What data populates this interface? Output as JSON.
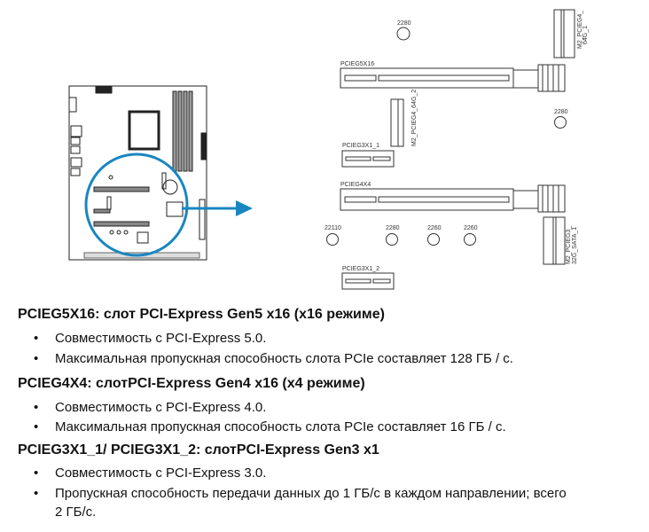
{
  "diagram": {
    "labels": {
      "pcieg5x16": "PCIEG5X16",
      "pcieg4x4": "PCIEG4X4",
      "pcieg3x1_1": "PCIEG3X1_1",
      "pcieg3x1_2": "PCIEG3X1_2",
      "m2_1a": "M2_PCIEG4_",
      "m2_1b": "64G_1",
      "m2_2": "M2_PCIEG4_64G_2",
      "m2_3a": "M2_PCIEG3_",
      "m2_3b": "32G_SATA_1",
      "standoff_top": "2280",
      "standoff_right": "2280",
      "standoff_1": "22110",
      "standoff_2": "2280",
      "standoff_3": "2260",
      "standoff_4": "2260"
    },
    "accent_color": "#1a86c0"
  },
  "sections": [
    {
      "heading": "PCIEG5X16: слот PCI-Express Gen5 x16 (x16 режиме)",
      "bullets": [
        "Совместимость с PCI-Express 5.0.",
        "Максимальная пропускная способность слота PCIe составляет 128 ГБ / с."
      ]
    },
    {
      "heading": "PCIEG4X4: слотPCI-Express Gen4 x16 (x4 режиме)",
      "bullets": [
        "Совместимость с PCI-Express 4.0.",
        "Максимальная пропускная способность слота PCIe составляет 16 ГБ / с."
      ]
    },
    {
      "heading": "PCIEG3X1_1/ PCIEG3X1_2: слотPCI-Express Gen3 x1",
      "bullets": [
        "Совместимость с PCI-Express 3.0.",
        "Пропускная способность передачи данных до 1 ГБ/с в каждом направлении; всего",
        "2 ГБ/с."
      ]
    }
  ]
}
